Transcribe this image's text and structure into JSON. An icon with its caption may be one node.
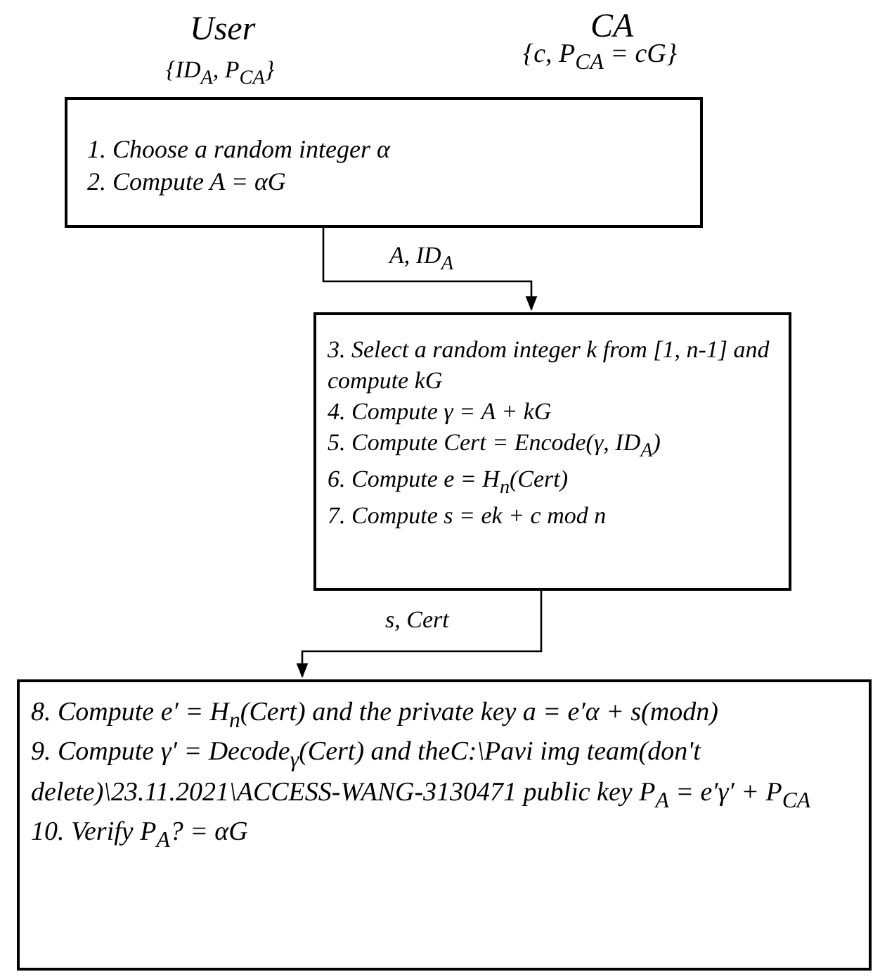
{
  "diagram": {
    "nodes": [
      {
        "text": [
          "1. Choose a random integer α",
          "2. Compute A = αG"
        ]
      },
      {
        "text": [
          "3. Select a random integer k from [1, n-1] and compute kG",
          "4. Compute γ = A + kG",
          "5. Compute Cert = Encode(γ, ID$_{A}$)",
          "6. Compute e = H$_{n}$(Cert)",
          "7. Compute s = ek + c mod n"
        ]
      },
      {
        "text": [
          "8. Compute e′ = H$_{n}$(Cert) and the private key a = e′α + s(modn)",
          "9. Compute γ′ = Decode$_{γ}$(Cert) and theC:\\Pavi img team(don't delete)\\23.11.2021\\ACCESS-WANG-3130471 public key P$_{A}$ = e′γ′ + P$_{CA}$",
          "10. Verify P$_{A}$? = αG"
        ]
      }
    ],
    "edges": [
      {
        "from": 0,
        "to": 1,
        "arrow": "to",
        "label": "A, ID$_{A}$"
      },
      {
        "from": 1,
        "to": 2,
        "arrow": "to",
        "label": "s, Cert"
      }
    ],
    "labels": [
      "User",
      "CA",
      "{c, P$_{CA}$ = cG}",
      "{ID$_{A}$, P$_{CA}$}"
    ]
  }
}
